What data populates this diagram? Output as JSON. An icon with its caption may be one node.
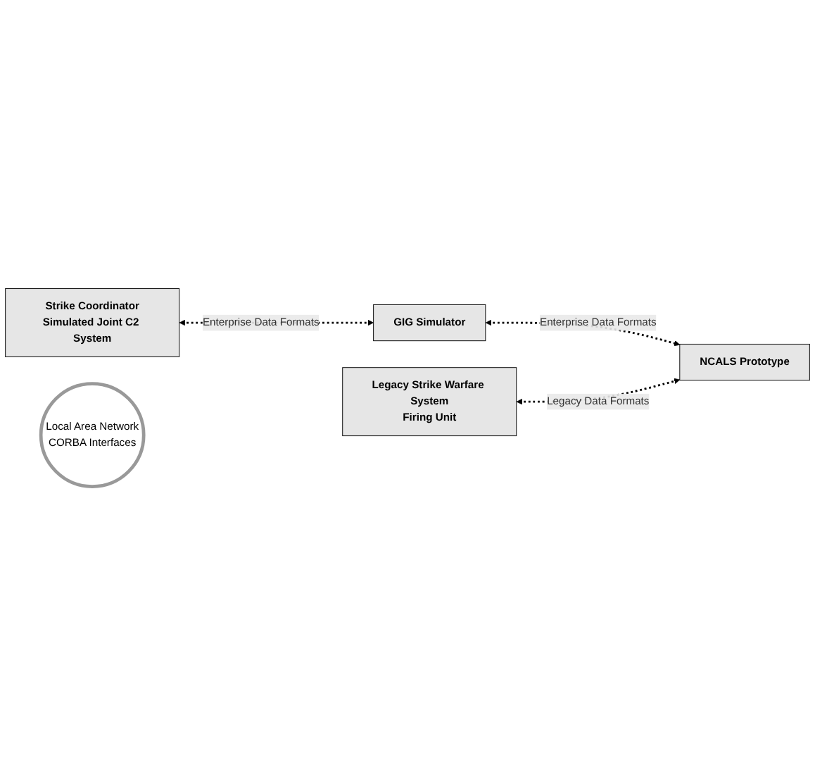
{
  "diagram": {
    "nodes": [
      {
        "text": [
          "Strike Coordinator",
          "Simulated Joint C2 System"
        ]
      },
      {
        "text": [
          "GIG Simulator"
        ]
      },
      {
        "text": [
          "Local Area Network",
          "CORBA Interfaces"
        ]
      },
      {
        "text": [
          "Legacy Strike Warfare System",
          "Firing Unit"
        ]
      },
      {
        "text": [
          "NCALS Prototype"
        ]
      }
    ],
    "edges": [
      {
        "from": 0,
        "to": 1,
        "arrow": "both",
        "label": "Enterprise Data Formats",
        "style": "dashed"
      },
      {
        "from": 1,
        "to": 4,
        "arrow": "both",
        "label": "Enterprise Data Formats",
        "style": "dashed"
      },
      {
        "from": 3,
        "to": 4,
        "arrow": "both",
        "label": "Legacy Data Formats",
        "style": "dashed"
      }
    ]
  }
}
